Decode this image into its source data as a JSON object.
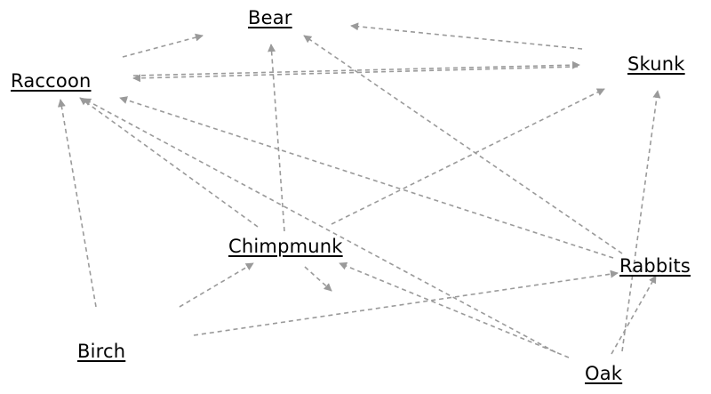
{
  "diagram": {
    "nodes": [
      {
        "id": "bear",
        "label": "Bear"
      },
      {
        "id": "raccoon",
        "label": "Raccoon"
      },
      {
        "id": "skunk",
        "label": "Skunk"
      },
      {
        "id": "chipmunk",
        "label": "Chimpmunk"
      },
      {
        "id": "rabbits",
        "label": "Rabbits"
      },
      {
        "id": "birch",
        "label": "Birch"
      },
      {
        "id": "oak",
        "label": "Oak"
      }
    ],
    "edges": [
      {
        "from": "raccoon",
        "to": "bear"
      },
      {
        "from": "raccoon",
        "to": "skunk"
      },
      {
        "from": "skunk",
        "to": "raccoon"
      },
      {
        "from": "skunk",
        "to": "bear"
      },
      {
        "from": "chipmunk",
        "to": "bear"
      },
      {
        "from": "rabbits",
        "to": "bear"
      },
      {
        "from": "chipmunk",
        "to": "raccoon"
      },
      {
        "from": "rabbits",
        "to": "raccoon"
      },
      {
        "from": "oak",
        "to": "raccoon"
      },
      {
        "from": "birch",
        "to": "raccoon"
      },
      {
        "from": "chipmunk",
        "to": "skunk"
      },
      {
        "from": "oak",
        "to": "skunk"
      },
      {
        "from": "birch",
        "to": "chipmunk"
      },
      {
        "from": "oak",
        "to": "chipmunk"
      },
      {
        "from": "chipmunk",
        "to": "chipmunk"
      },
      {
        "from": "birch",
        "to": "rabbits"
      },
      {
        "from": "oak",
        "to": "rabbits"
      }
    ],
    "edge_color": "#9a9a9a",
    "label_color": "#000000"
  }
}
